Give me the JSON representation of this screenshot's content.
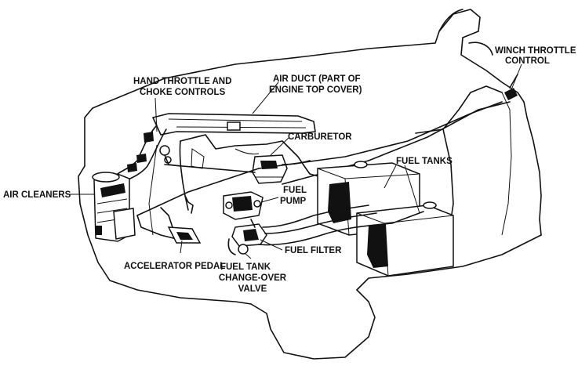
{
  "diagram": {
    "labels": {
      "winch_throttle": [
        "WINCH THROTTLE",
        "CONTROL"
      ],
      "hand_throttle": [
        "HAND THROTTLE AND",
        "CHOKE CONTROLS"
      ],
      "air_duct": [
        "AIR DUCT (PART OF",
        "ENGINE TOP COVER)"
      ],
      "carburetor": [
        "CARBURETOR"
      ],
      "fuel_tanks": [
        "FUEL TANKS"
      ],
      "air_cleaners": [
        "AIR CLEANERS"
      ],
      "fuel_pump": [
        "FUEL",
        "PUMP"
      ],
      "fuel_filter": [
        "FUEL FILTER"
      ],
      "accelerator_pedal": [
        "ACCELERATOR PEDAL"
      ],
      "changeover_valve": [
        "FUEL TANK",
        "CHANGE-OVER",
        "VALVE"
      ]
    }
  }
}
